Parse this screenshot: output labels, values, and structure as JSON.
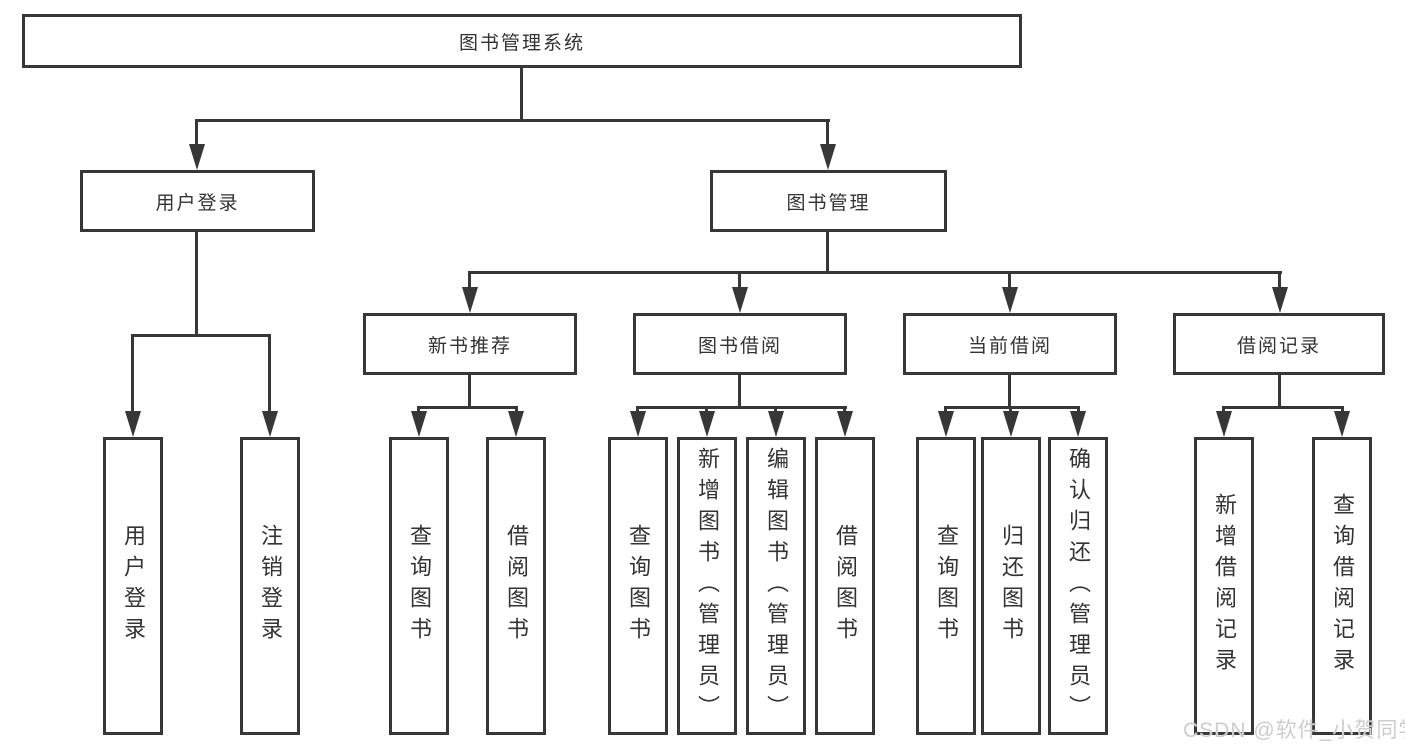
{
  "diagram": {
    "root": {
      "label": "图书管理系统"
    },
    "level2": [
      {
        "label": "用户登录"
      },
      {
        "label": "图书管理"
      }
    ],
    "level3": [
      {
        "label": "新书推荐"
      },
      {
        "label": "图书借阅"
      },
      {
        "label": "当前借阅"
      },
      {
        "label": "借阅记录"
      }
    ],
    "leaves": {
      "user_login": [
        {
          "label": "用户登录"
        },
        {
          "label": "注销登录"
        }
      ],
      "new_book_rec": [
        {
          "label": "查询图书"
        },
        {
          "label": "借阅图书"
        }
      ],
      "book_borrow": [
        {
          "label": "查询图书"
        },
        {
          "label": "新增图书（管理员）"
        },
        {
          "label": "编辑图书（管理员）"
        },
        {
          "label": "借阅图书"
        }
      ],
      "current_borrow": [
        {
          "label": "查询图书"
        },
        {
          "label": "归还图书"
        },
        {
          "label": "确认归还（管理员）"
        }
      ],
      "borrow_records": [
        {
          "label": "新增借阅记录"
        },
        {
          "label": "查询借阅记录"
        }
      ]
    },
    "watermark": "CSDN @软件_小贺同学",
    "colors": {
      "line": "#373737",
      "text": "#333333",
      "background": "#ffffff",
      "watermark": "#cdcdcd"
    }
  }
}
